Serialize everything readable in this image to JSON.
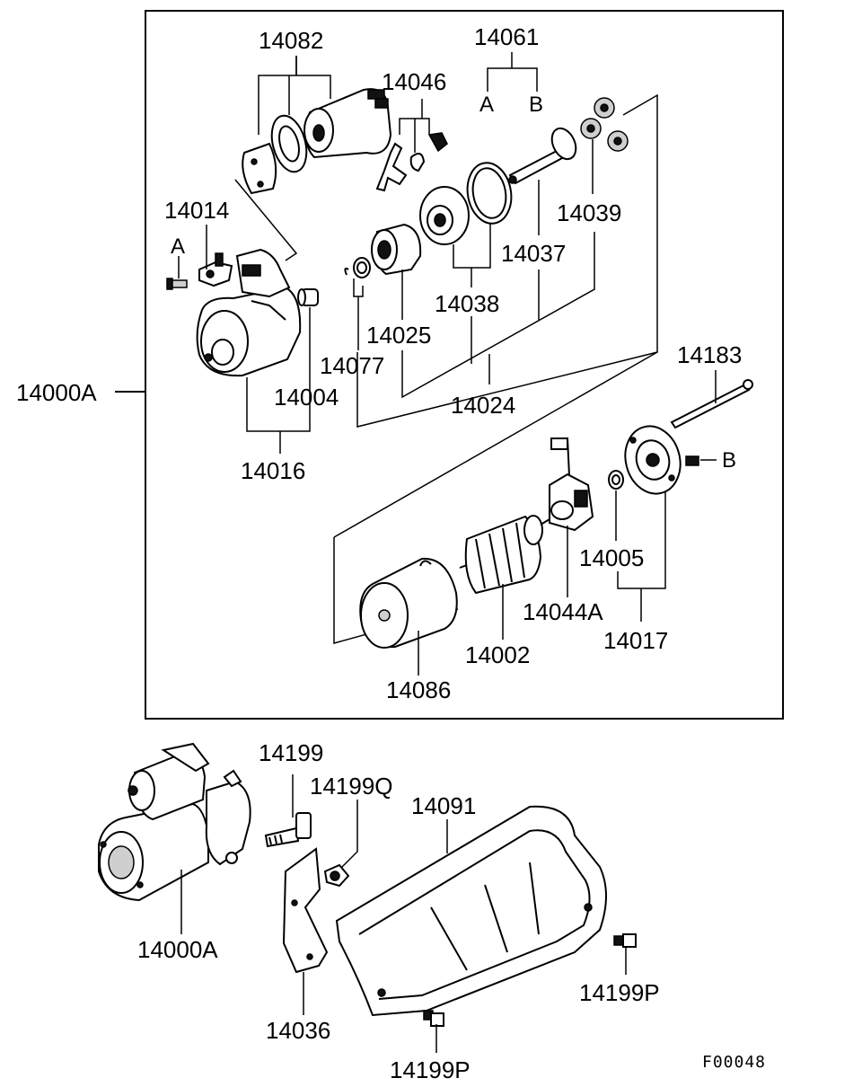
{
  "diagram_code": "F00048",
  "labels": {
    "p14082": "14082",
    "p14061": "14061",
    "p14061_a": "A",
    "p14061_b": "B",
    "p14046": "14046",
    "p14014": "14014",
    "p14014_a": "A",
    "p14039": "14039",
    "p14037": "14037",
    "p14038": "14038",
    "p14025": "14025",
    "p14077": "14077",
    "p14004": "14004",
    "p14024": "14024",
    "p14016": "14016",
    "p14000A_box": "14000A",
    "p14183": "14183",
    "p14183_b": "B",
    "p14005": "14005",
    "p14044A": "14044A",
    "p14017": "14017",
    "p14002": "14002",
    "p14086": "14086",
    "p14199": "14199",
    "p14199Q": "14199Q",
    "p14091": "14091",
    "p14000A_bottom": "14000A",
    "p14036": "14036",
    "p14199P_right": "14199P",
    "p14199P_bottom": "14199P"
  }
}
